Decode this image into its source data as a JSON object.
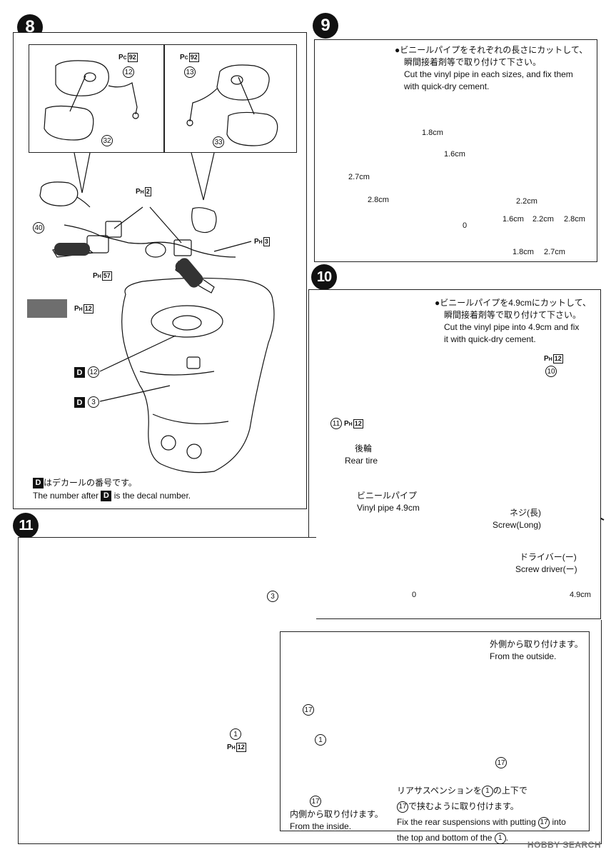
{
  "step8": {
    "number": "8",
    "mirror_left_code": "92",
    "mirror_right_code": "92",
    "part_mirror_left": "12",
    "part_mirror_right": "13",
    "part_glass_left": "32",
    "part_glass_right": "33",
    "part_grip": "40",
    "paint_h2": "2",
    "paint_h3": "3",
    "paint_h57": "57",
    "paint_h12": "12",
    "decal_12": "12",
    "decal_3": "3",
    "decal_letter": "D",
    "note_jp": "はデカールの番号です。",
    "note_en_prefix": "The number after",
    "note_en_suffix": "is the decal number.",
    "p_letter": "P",
    "c_letter": "C",
    "h_letter": "H"
  },
  "step9": {
    "number": "9",
    "instr_jp_1": "●ビニールパイプをそれぞれの長さにカットして、",
    "instr_jp_2": "瞬間接着剤等で取り付けて下さい。",
    "instr_en_1": "Cut the vinyl pipe in each sizes, and fix them",
    "instr_en_2": "with quick-dry cement.",
    "lengths": [
      "1.8cm",
      "1.6cm",
      "2.7cm",
      "2.8cm",
      "2.2cm"
    ],
    "scale_zero": "0",
    "scale_top": [
      "1.6cm",
      "2.2cm",
      "2.8cm"
    ],
    "scale_bottom": [
      "1.8cm",
      "2.7cm"
    ]
  },
  "step10": {
    "number": "10",
    "instr_jp_1": "●ビニールパイプを4.9cmにカットして、",
    "instr_jp_2": "瞬間接着剤等で取り付けて下さい。",
    "instr_en_1": "Cut the vinyl pipe into 4.9cm and fix",
    "instr_en_2": "it with quick-dry cement.",
    "paint_h12": "12",
    "part_10": "10",
    "part_11": "11",
    "rear_tire_jp": "後輪",
    "rear_tire_en": "Rear tire",
    "vinyl_jp": "ビニールパイプ",
    "vinyl_en": "Vinyl pipe 4.9cm",
    "screw_jp": "ネジ(長)",
    "screw_en": "Screw(Long)",
    "driver_jp": "ドライバー(ー)",
    "driver_en": "Screw driver(ー)",
    "scale_zero": "0",
    "scale_end": "4.9cm"
  },
  "step11": {
    "number": "11",
    "part_3": "3",
    "part_1": "1",
    "paint_h12": "12",
    "part_17": "17",
    "outside_jp": "外側から取り付けます。",
    "outside_en": "From the outside.",
    "inside_jp": "内側から取り付けます。",
    "inside_en": "From the inside.",
    "rear_jp_a": "リアサスペンションを",
    "rear_jp_b": "の上下で",
    "rear_jp_c": "で挟むように取り付けます。",
    "rear_en_a": "Fix the rear suspensions with putting",
    "rear_en_b": "into",
    "rear_en_c": "the top and bottom of the",
    "rear_en_d": "."
  },
  "watermark": "HOBBY SEARCH",
  "colors": {
    "ink": "#111111",
    "paint_swatch": "#6e6e6e",
    "background": "#ffffff"
  }
}
